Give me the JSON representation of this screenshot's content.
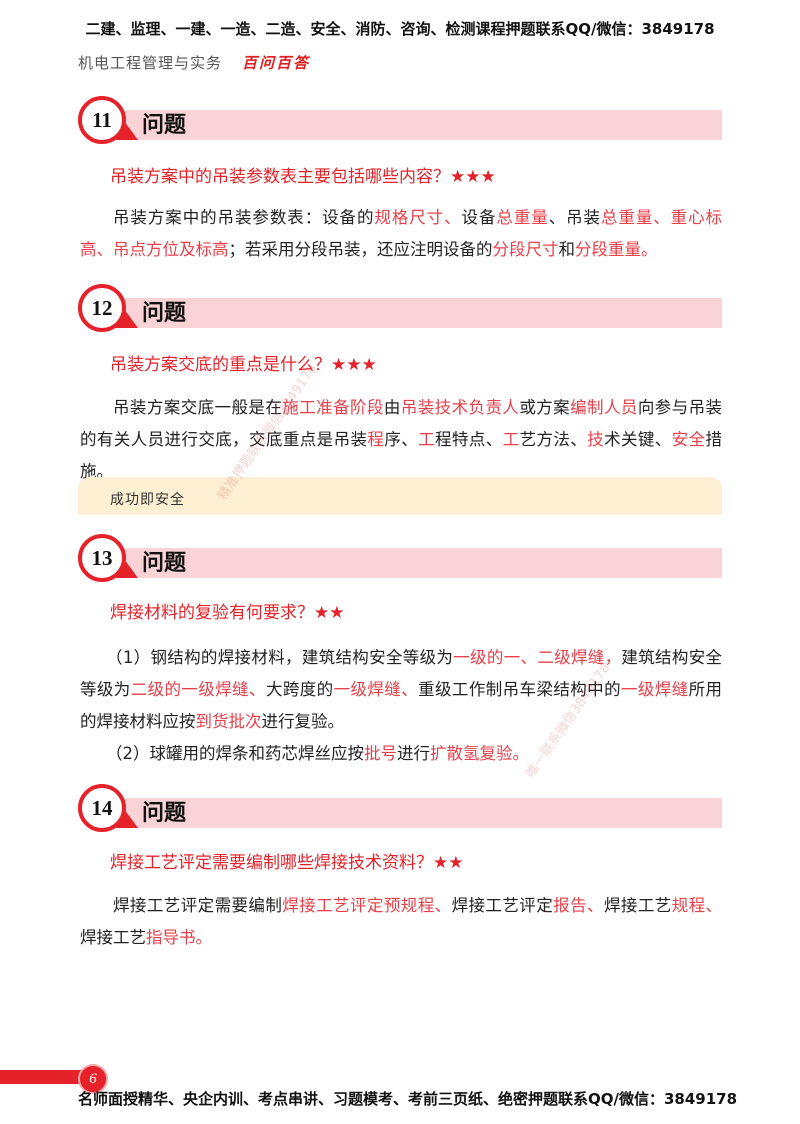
{
  "header": {
    "banner": "二建、监理、一建、一造、二造、安全、消防、咨询、检测课程押题联系QQ/微信：3849178",
    "subject": "机电工程管理与实务",
    "series": "百问百答"
  },
  "section_label": "问题",
  "sections": [
    {
      "number": "11",
      "question": "吊装方案中的吊装参数表主要包括哪些内容？★★★",
      "paragraphs": [
        [
          {
            "t": "吊装方案中的吊装参数表：设备的"
          },
          {
            "t": "规格尺寸、",
            "red": true
          },
          {
            "t": "设备"
          },
          {
            "t": "总重量",
            "red": true
          },
          {
            "t": "、吊装"
          },
          {
            "t": "总重量、重心标高、吊点方位及标高",
            "red": true
          },
          {
            "t": "；若采用分段吊装，还应注明设备的"
          },
          {
            "t": "分段尺寸",
            "red": true
          },
          {
            "t": "和"
          },
          {
            "t": "分段重量。",
            "red": true
          }
        ]
      ]
    },
    {
      "number": "12",
      "question": "吊装方案交底的重点是什么？★★★",
      "paragraphs": [
        [
          {
            "t": "吊装方案交底一般是在"
          },
          {
            "t": "施工准备阶段",
            "red": true
          },
          {
            "t": "由"
          },
          {
            "t": "吊装技术负责人",
            "red": true
          },
          {
            "t": "或方案"
          },
          {
            "t": "编制人员",
            "red": true
          },
          {
            "t": "向参与吊装的有关人员进行交底，交底重点是吊装"
          },
          {
            "t": "程",
            "red": true
          },
          {
            "t": "序、"
          },
          {
            "t": "工",
            "red": true
          },
          {
            "t": "程特点、"
          },
          {
            "t": "工",
            "red": true
          },
          {
            "t": "艺方法、"
          },
          {
            "t": "技",
            "red": true
          },
          {
            "t": "术关键、"
          },
          {
            "t": "安全",
            "red": true
          },
          {
            "t": "措施。"
          }
        ]
      ]
    },
    {
      "number": "13",
      "question": "焊接材料的复验有何要求？★★",
      "paragraphs": [
        [
          {
            "t": "（1）钢结构的焊接材料，建筑结构安全等级为"
          },
          {
            "t": "一级的一、二级焊缝，",
            "red": true
          },
          {
            "t": "建筑结构安全等级为"
          },
          {
            "t": "二级的一级焊缝、",
            "red": true
          },
          {
            "t": "大跨度的"
          },
          {
            "t": "一级焊缝、",
            "red": true
          },
          {
            "t": "重级工作制吊车梁结构中的"
          },
          {
            "t": "一级焊缝",
            "red": true
          },
          {
            "t": "所用的焊接材料应按"
          },
          {
            "t": "到货批次",
            "red": true
          },
          {
            "t": "进行复验。"
          }
        ],
        [
          {
            "t": "（2）球罐用的焊条和药芯焊丝应按"
          },
          {
            "t": "批号",
            "red": true
          },
          {
            "t": "进行"
          },
          {
            "t": "扩散氢复验。",
            "red": true
          }
        ]
      ]
    },
    {
      "number": "14",
      "question": "焊接工艺评定需要编制哪些焊接技术资料？★★",
      "paragraphs": [
        [
          {
            "t": "焊接工艺评定需要编制"
          },
          {
            "t": "焊接工艺评定预规程、",
            "red": true
          },
          {
            "t": "焊接工艺评定"
          },
          {
            "t": "报告、",
            "red": true
          },
          {
            "t": "焊接工艺"
          },
          {
            "t": "规程、",
            "red": true
          },
          {
            "t": "焊接工艺"
          },
          {
            "t": "指导书。",
            "red": true
          }
        ]
      ]
    }
  ],
  "tip": "成功即安全",
  "watermarks": [
    "精准押题联系微信3849178",
    "唯一联系微信3849178"
  ],
  "footer": {
    "page": "6",
    "text": "名师面授精华、央企内训、考点串讲、习题模考、考前三页纸、绝密押题联系QQ/微信：3849178"
  },
  "colors": {
    "accent": "#e52229",
    "highlight": "#e8404a",
    "section_bar": "#f9d3d6",
    "tip_bg": "#fdf0d2"
  }
}
